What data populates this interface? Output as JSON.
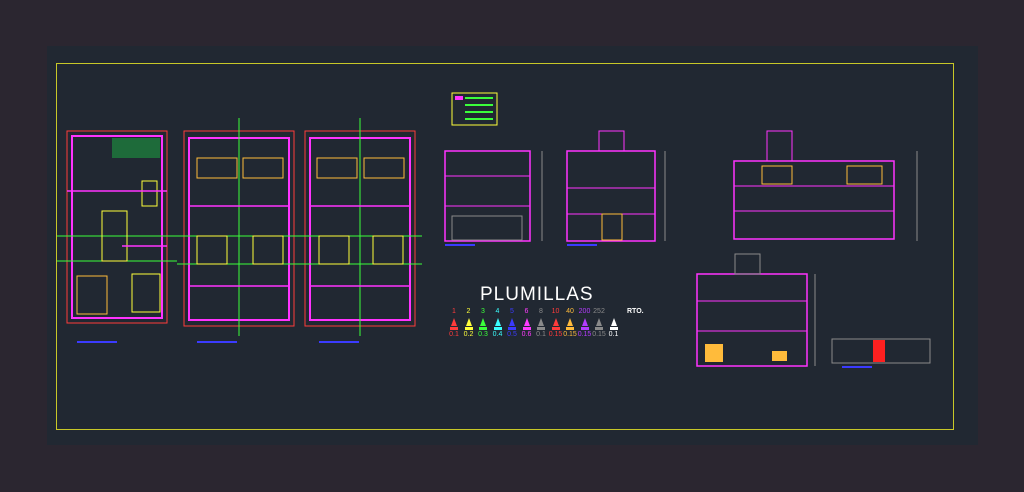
{
  "drawing": {
    "title": "PLUMILLAS",
    "rto_label": "RTO.",
    "pens": [
      {
        "num": "1",
        "val": "0.1",
        "color": "#ff3b3b"
      },
      {
        "num": "2",
        "val": "0.2",
        "color": "#ffff3b"
      },
      {
        "num": "3",
        "val": "0.3",
        "color": "#3bff3b"
      },
      {
        "num": "4",
        "val": "0.4",
        "color": "#3bffff"
      },
      {
        "num": "5",
        "val": "0.5",
        "color": "#3b3bff"
      },
      {
        "num": "6",
        "val": "0.6",
        "color": "#ff3bff"
      },
      {
        "num": "8",
        "val": "0.1",
        "color": "#8a8a8a"
      },
      {
        "num": "10",
        "val": "0.15",
        "color": "#ff3b3b"
      },
      {
        "num": "40",
        "val": "0.15",
        "color": "#ffbb3b"
      },
      {
        "num": "200",
        "val": "0.15",
        "color": "#b43bff"
      },
      {
        "num": "252",
        "val": "0.15",
        "color": "#8a8a8a"
      },
      {
        "num": "",
        "val": "0.1",
        "color": "#ffffff"
      }
    ],
    "colors": {
      "background": "#212832",
      "frame": "#c8c828",
      "wall": "#ff33ff",
      "dim": "#ff3b3b",
      "axis": "#3bff3b"
    }
  }
}
